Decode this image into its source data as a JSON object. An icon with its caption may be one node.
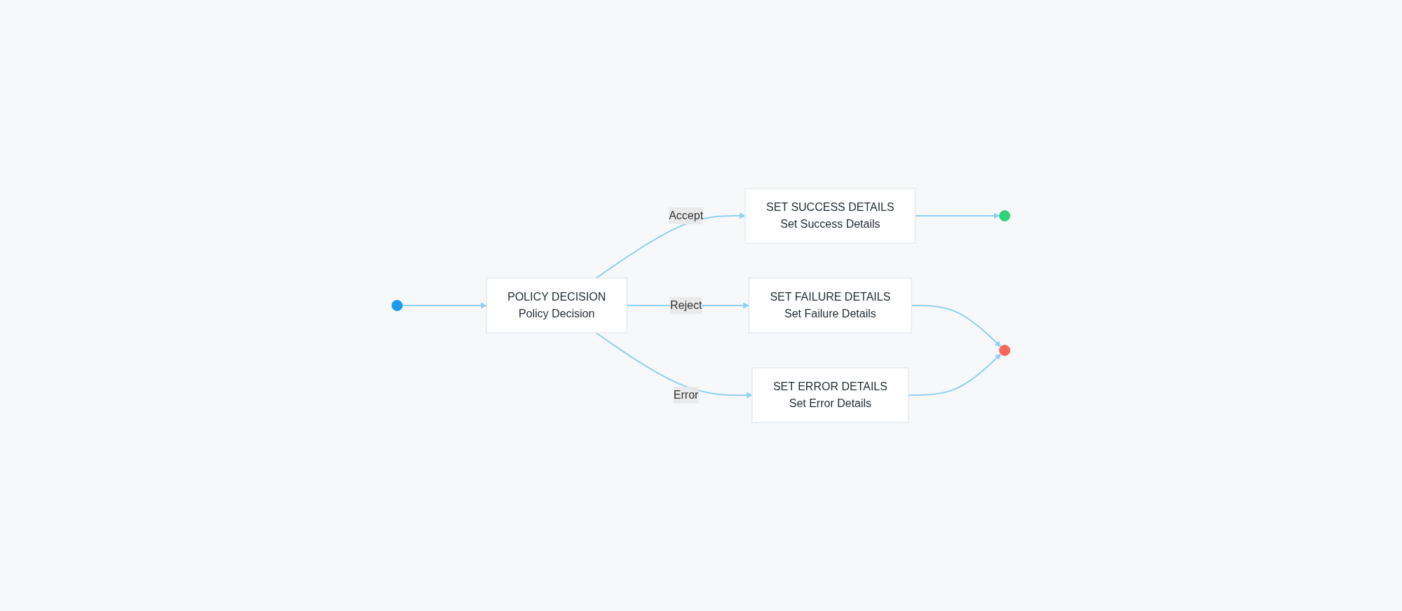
{
  "diagram": {
    "nodes": [
      {
        "text": [],
        "shape": "circle"
      },
      {
        "text": [
          "POLICY DECISION",
          "Policy Decision"
        ]
      },
      {
        "text": [
          "SET SUCCESS DETAILS",
          "Set Success Details"
        ]
      },
      {
        "text": [
          "SET FAILURE DETAILS",
          "Set Failure Details"
        ]
      },
      {
        "text": [
          "SET ERROR DETAILS",
          "Set Error Details"
        ]
      },
      {
        "text": [],
        "shape": "circle"
      },
      {
        "text": [],
        "shape": "circle"
      }
    ],
    "edges": [
      {
        "from": 0,
        "to": 1,
        "arrow": "to"
      },
      {
        "from": 1,
        "to": 2,
        "arrow": "to",
        "label": "Accept"
      },
      {
        "from": 1,
        "to": 3,
        "arrow": "to",
        "label": "Reject"
      },
      {
        "from": 1,
        "to": 4,
        "arrow": "to",
        "label": "Error"
      },
      {
        "from": 2,
        "to": 5,
        "arrow": "to"
      },
      {
        "from": 3,
        "to": 6,
        "arrow": "to"
      },
      {
        "from": 4,
        "to": 6,
        "arrow": "to"
      }
    ]
  }
}
